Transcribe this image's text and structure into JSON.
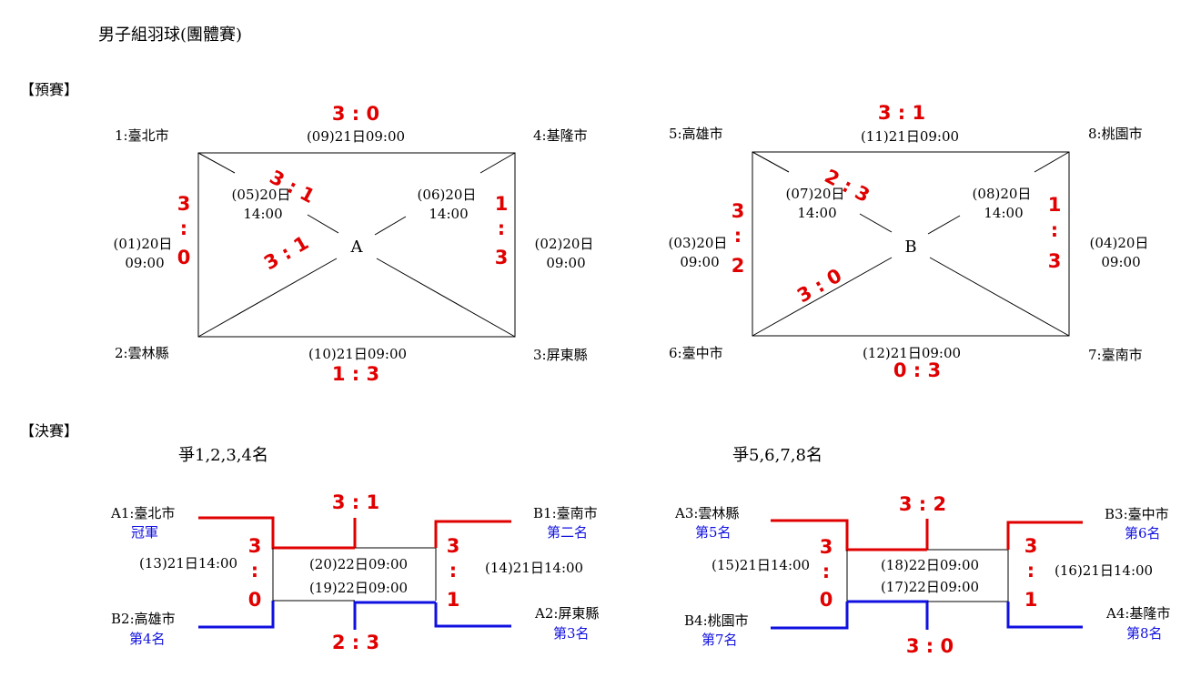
{
  "title": "男子組羽球(團體賽)",
  "prelim": {
    "header": "【預賽】",
    "groupA": {
      "label": "A",
      "team_tl": "1:臺北市",
      "team_tr": "4:基隆市",
      "team_bl": "2:雲林縣",
      "team_br": "3:屏東縣",
      "m_top": "(09)21日09:00",
      "s_top": "3 : 0",
      "m_bottom": "(10)21日09:00",
      "s_bottom": "1 : 3",
      "m_left_1": "(01)20日",
      "m_left_2": "09:00",
      "s_left": [
        "3",
        ":",
        "0"
      ],
      "m_right_1": "(02)20日",
      "m_right_2": "09:00",
      "s_right": [
        "1",
        ":",
        "3"
      ],
      "m_dl_1": "(05)20日",
      "m_dl_2": "14:00",
      "s_dl": "3 : 1",
      "m_dr_1": "(06)20日",
      "m_dr_2": "14:00",
      "s_dr": "3 : 1"
    },
    "groupB": {
      "label": "B",
      "team_tl": "5:高雄市",
      "team_tr": "8:桃園市",
      "team_bl": "6:臺中市",
      "team_br": "7:臺南市",
      "m_top": "(11)21日09:00",
      "s_top": "3 : 1",
      "m_bottom": "(12)21日09:00",
      "s_bottom": "0 : 3",
      "m_left_1": "(03)20日",
      "m_left_2": "09:00",
      "s_left": [
        "3",
        ":",
        "2"
      ],
      "m_right_1": "(04)20日",
      "m_right_2": "09:00",
      "s_right": [
        "1",
        ":",
        "3"
      ],
      "m_dl_1": "(07)20日",
      "m_dl_2": "14:00",
      "s_dl": "2 : 3",
      "m_dr_1": "(08)20日",
      "m_dr_2": "14:00",
      "s_dr": "3 : 0"
    }
  },
  "final": {
    "header": "【決賽】",
    "left": {
      "title": "爭1,2,3,4名",
      "tl_team": "A1:臺北市",
      "tl_rank": "冠軍",
      "bl_team": "B2:高雄市",
      "bl_rank": "第4名",
      "tr_team": "B1:臺南市",
      "tr_rank": "第二名",
      "br_team": "A2:屏東縣",
      "br_rank": "第3名",
      "m_left": "(13)21日14:00",
      "s_left": [
        "3",
        ":",
        "0"
      ],
      "m_right": "(14)21日14:00",
      "s_right": [
        "3",
        ":",
        "1"
      ],
      "m_mid_1": "(20)22日09:00",
      "m_mid_2": "(19)22日09:00",
      "s_top": "3 : 1",
      "s_bottom": "2 : 3"
    },
    "right": {
      "title": "爭5,6,7,8名",
      "tl_team": "A3:雲林縣",
      "tl_rank": "第5名",
      "bl_team": "B4:桃園市",
      "bl_rank": "第7名",
      "tr_team": "B3:臺中市",
      "tr_rank": "第6名",
      "br_team": "A4:基隆市",
      "br_rank": "第8名",
      "m_left": "(15)21日14:00",
      "s_left": [
        "3",
        ":",
        "0"
      ],
      "m_right": "(16)21日14:00",
      "s_right": [
        "3",
        ":",
        "1"
      ],
      "m_mid_1": "(18)22日09:00",
      "m_mid_2": "(17)22日09:00",
      "s_top": "3 : 2",
      "s_bottom": "3 : 0"
    }
  },
  "colors": {
    "score": "#e00000",
    "win_line": "#e00000",
    "lose_line": "#1010e0"
  }
}
